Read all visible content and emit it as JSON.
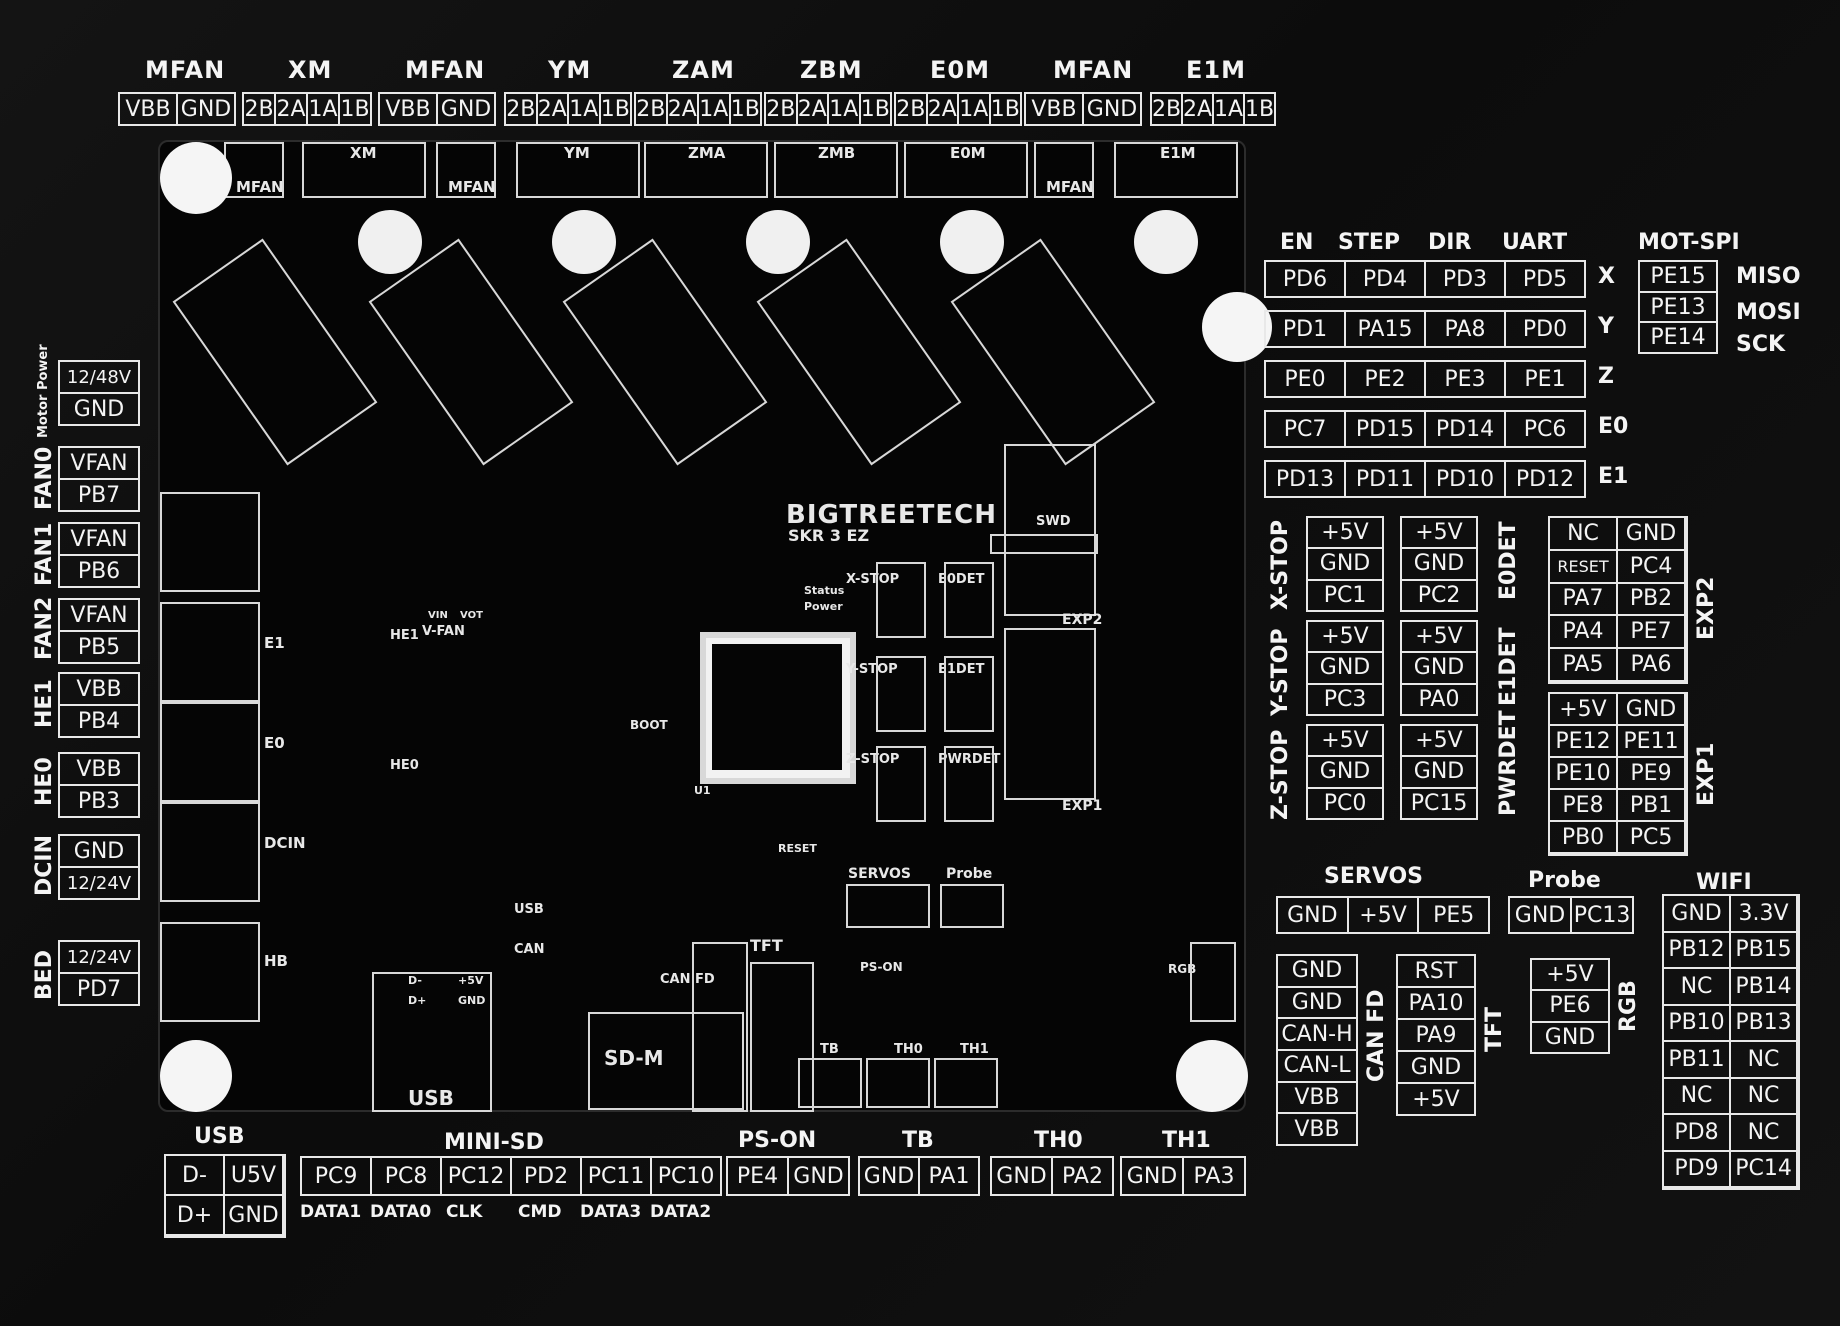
{
  "top": {
    "groups": [
      {
        "title": "MFAN",
        "pins": [
          "VBB",
          "GND"
        ]
      },
      {
        "title": "XM",
        "pins": [
          "2B",
          "2A",
          "1A",
          "1B"
        ]
      },
      {
        "title": "MFAN",
        "pins": [
          "VBB",
          "GND"
        ]
      },
      {
        "title": "YM",
        "pins": [
          "2B",
          "2A",
          "1A",
          "1B"
        ]
      },
      {
        "title": "ZAM",
        "pins": [
          "2B",
          "2A",
          "1A",
          "1B"
        ]
      },
      {
        "title": "ZBM",
        "pins": [
          "2B",
          "2A",
          "1A",
          "1B"
        ]
      },
      {
        "title": "E0M",
        "pins": [
          "2B",
          "2A",
          "1A",
          "1B"
        ]
      },
      {
        "title": "MFAN",
        "pins": [
          "VBB",
          "GND"
        ]
      },
      {
        "title": "E1M",
        "pins": [
          "2B",
          "2A",
          "1A",
          "1B"
        ]
      }
    ]
  },
  "board": {
    "brand": "BIGTREETECH",
    "model": "SKR 3 EZ",
    "connector_labels": [
      "MFAN",
      "XM",
      "MFAN",
      "YM",
      "ZMA",
      "ZMB",
      "E0M",
      "MFAN",
      "E1M"
    ],
    "labels": {
      "swd": "SWD",
      "status": "Status",
      "power": "Power",
      "exp2": "EXP2",
      "exp1": "EXP1",
      "xstop": "X-STOP",
      "ystop": "Y-STOP",
      "zstop": "Z-STOP",
      "e0det": "E0DET",
      "e1det": "E1DET",
      "pwrdet": "PWRDET",
      "servos": "SERVOS",
      "probe": "Probe",
      "tft": "TFT",
      "psOn": "PS-ON",
      "tb": "TB",
      "th0": "TH0",
      "th1": "TH1",
      "rgb": "RGB",
      "canfd": "CAN FD",
      "sdm": "SD-M",
      "usb": "USB",
      "usbSel": "USB",
      "canSel": "CAN",
      "boot": "BOOT",
      "reset": "RESET",
      "vfan": "V-FAN",
      "vin": "VIN",
      "vot": "VOT",
      "u1": "U1",
      "he1": "HE1",
      "he0": "HE0",
      "e1": "E1",
      "e0": "E0",
      "dcin": "DCIN",
      "hb": "HB",
      "dminus": "D-",
      "dplus": "D+",
      "p5v": "+5V",
      "gnd": "GND"
    }
  },
  "left": {
    "motorPower": {
      "caption": "Motor Power",
      "pins": [
        "12/48V",
        "GND"
      ]
    },
    "connectors": [
      {
        "title": "FAN0",
        "pins": [
          "VFAN",
          "PB7"
        ]
      },
      {
        "title": "FAN1",
        "pins": [
          "VFAN",
          "PB6"
        ]
      },
      {
        "title": "FAN2",
        "pins": [
          "VFAN",
          "PB5"
        ]
      },
      {
        "title": "HE1",
        "pins": [
          "VBB",
          "PB4"
        ]
      },
      {
        "title": "HE0",
        "pins": [
          "VBB",
          "PB3"
        ]
      },
      {
        "title": "DCIN",
        "pins": [
          "GND",
          "12/24V"
        ]
      },
      {
        "title": "BED",
        "pins": [
          "12/24V",
          "PD7"
        ]
      }
    ]
  },
  "drivers": {
    "headers": [
      "EN",
      "STEP",
      "DIR",
      "UART"
    ],
    "rows": [
      {
        "axis": "X",
        "pins": [
          "PD6",
          "PD4",
          "PD3",
          "PD5"
        ]
      },
      {
        "axis": "Y",
        "pins": [
          "PD1",
          "PA15",
          "PA8",
          "PD0"
        ]
      },
      {
        "axis": "Z",
        "pins": [
          "PE0",
          "PE2",
          "PE3",
          "PE1"
        ]
      },
      {
        "axis": "E0",
        "pins": [
          "PC7",
          "PD15",
          "PD14",
          "PC6"
        ]
      },
      {
        "axis": "E1",
        "pins": [
          "PD13",
          "PD11",
          "PD10",
          "PD12"
        ]
      }
    ]
  },
  "motSpi": {
    "title": "MOT-SPI",
    "pins": [
      "PE15",
      "PE13",
      "PE14"
    ],
    "names": [
      "MISO",
      "MOSI",
      "SCK"
    ]
  },
  "endstops": {
    "xstop": {
      "title": "X-STOP",
      "pins": [
        "+5V",
        "GND",
        "PC1"
      ]
    },
    "ystop": {
      "title": "Y-STOP",
      "pins": [
        "+5V",
        "GND",
        "PC3"
      ]
    },
    "zstop": {
      "title": "Z-STOP",
      "pins": [
        "+5V",
        "GND",
        "PC0"
      ]
    },
    "e0det": {
      "title": "E0DET",
      "pins": [
        "+5V",
        "GND",
        "PC2"
      ]
    },
    "e1det": {
      "title": "E1DET",
      "pins": [
        "+5V",
        "GND",
        "PA0"
      ]
    },
    "pwrdet": {
      "title": "PWRDET",
      "pins": [
        "+5V",
        "GND",
        "PC15"
      ]
    }
  },
  "exp2": {
    "title": "EXP2",
    "pins": [
      "NC",
      "GND",
      "RESET",
      "PC4",
      "PA7",
      "PB2",
      "PA4",
      "PE7",
      "PA5",
      "PA6"
    ]
  },
  "exp1": {
    "title": "EXP1",
    "pins": [
      "+5V",
      "GND",
      "PE12",
      "PE11",
      "PE10",
      "PE9",
      "PE8",
      "PB1",
      "PB0",
      "PC5"
    ]
  },
  "servos": {
    "title": "SERVOS",
    "pins": [
      "GND",
      "+5V",
      "PE5"
    ]
  },
  "probe": {
    "title": "Probe",
    "pins": [
      "GND",
      "PC13"
    ]
  },
  "wifi": {
    "title": "WIFI",
    "pins": [
      "GND",
      "3.3V",
      "PB12",
      "PB15",
      "NC",
      "PB14",
      "PB10",
      "PB13",
      "PB11",
      "NC",
      "NC",
      "NC",
      "PD8",
      "NC",
      "PD9",
      "PC14"
    ]
  },
  "canfd": {
    "title": "CAN FD",
    "pins": [
      "GND",
      "GND",
      "CAN-H",
      "CAN-L",
      "VBB",
      "VBB"
    ]
  },
  "tft": {
    "title": "TFT",
    "pins": [
      "RST",
      "PA10",
      "PA9",
      "GND",
      "+5V"
    ]
  },
  "rgb": {
    "title": "RGB",
    "pins": [
      "+5V",
      "PE6",
      "GND"
    ]
  },
  "bottom": {
    "usb": {
      "title": "USB",
      "pins": [
        "D-",
        "U5V",
        "D+",
        "GND"
      ]
    },
    "minisd": {
      "title": "MINI-SD",
      "pins": [
        "PC9",
        "PC8",
        "PC12",
        "PD2",
        "PC11",
        "PC10"
      ],
      "signals": [
        "DATA1",
        "DATA0",
        "CLK",
        "CMD",
        "DATA3",
        "DATA2"
      ]
    },
    "pson": {
      "title": "PS-ON",
      "pins": [
        "PE4",
        "GND"
      ]
    },
    "tb": {
      "title": "TB",
      "pins": [
        "GND",
        "PA1"
      ]
    },
    "th0": {
      "title": "TH0",
      "pins": [
        "GND",
        "PA2"
      ]
    },
    "th1": {
      "title": "TH1",
      "pins": [
        "GND",
        "PA3"
      ]
    }
  },
  "colors": {
    "background": "#0d0d0d",
    "silkscreen": "#f2f2f2",
    "board": "#050505"
  }
}
